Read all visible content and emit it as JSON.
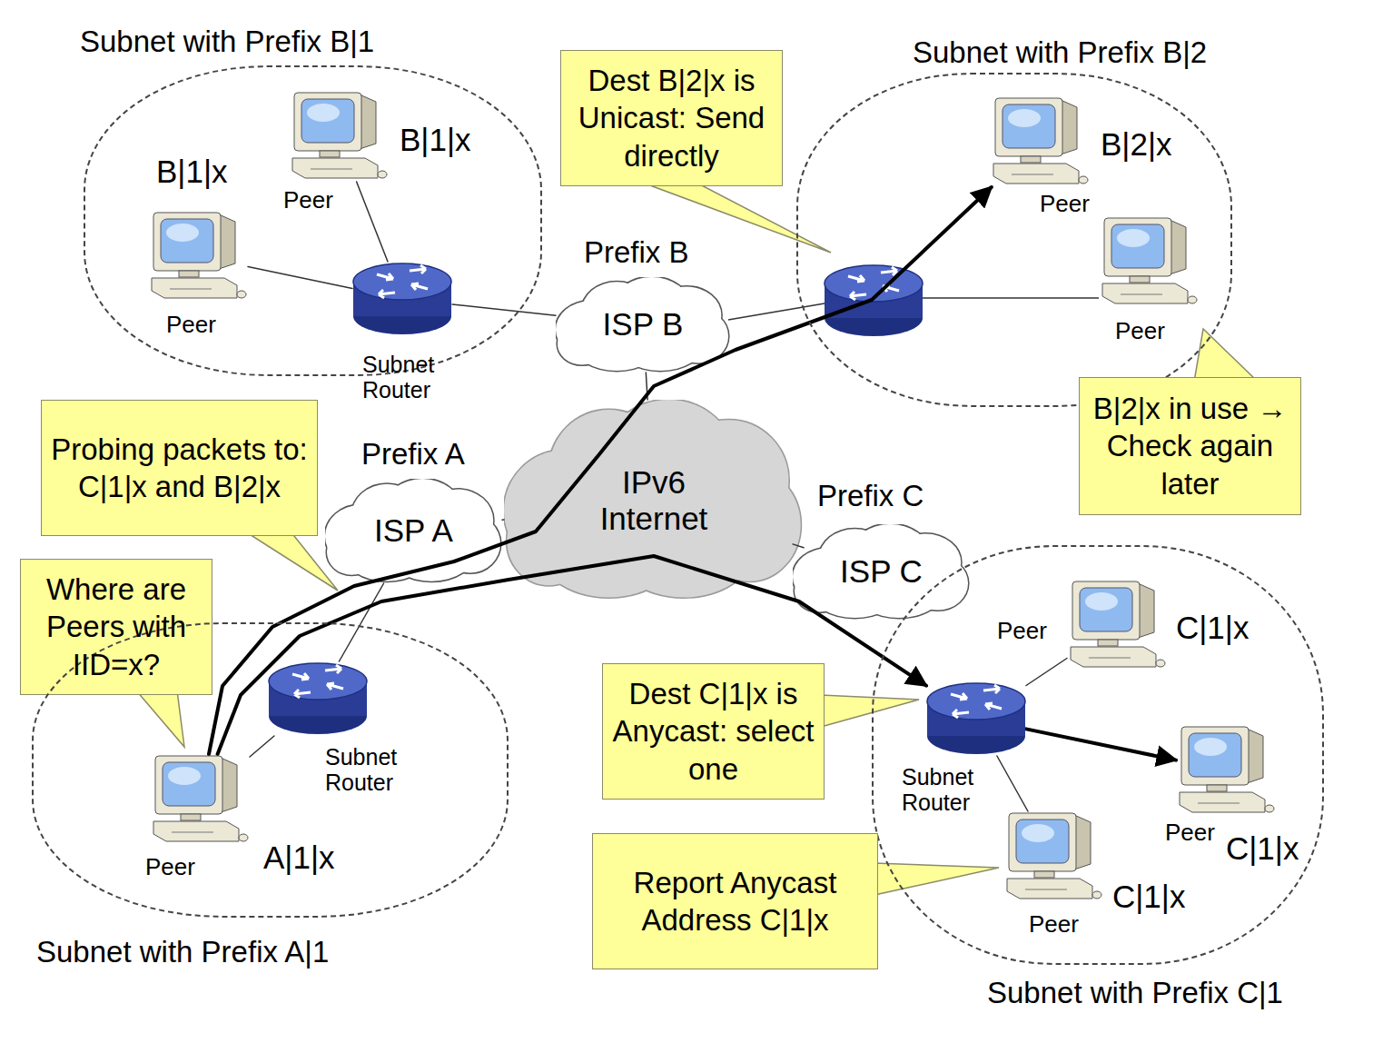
{
  "diagram": {
    "nodes": [
      {
        "text": [
          "Subnet with Prefix B|1"
        ]
      },
      {
        "text": [
          "B|1|x",
          "Peer"
        ],
        "in": 0
      },
      {
        "text": [
          "B|1|x",
          "Peer"
        ],
        "in": 0
      },
      {
        "text": [
          "Subnet Router"
        ],
        "in": 0
      },
      {
        "text": [
          "Dest B|2|x is Unicast: Send directly"
        ]
      },
      {
        "text": [
          "Subnet with Prefix B|2"
        ]
      },
      {
        "text": [
          "B|2|x",
          "Peer"
        ],
        "in": 5
      },
      {
        "text": [
          "Peer"
        ],
        "in": 5
      },
      {
        "text": [
          "Prefix B",
          "ISP B"
        ]
      },
      {
        "text": [
          "B|2|x in use → Check again later"
        ]
      },
      {
        "text": [
          "Probing packets to: C|1|x and B|2|x"
        ]
      },
      {
        "text": [
          "Prefix A",
          "ISP A"
        ]
      },
      {
        "text": [
          "IPv6 Internet"
        ]
      },
      {
        "text": [
          "Prefix C",
          "ISP C"
        ]
      },
      {
        "text": [
          "Where are Peers with IID=x?"
        ]
      },
      {
        "text": [
          "Subnet with Prefix C|1"
        ]
      },
      {
        "text": [
          "Peer",
          "C|1|x"
        ],
        "in": 15
      },
      {
        "text": [
          "Dest C|1|x is Anycast: select one"
        ]
      },
      {
        "text": [
          "Subnet Router"
        ],
        "in": 15
      },
      {
        "text": [
          "Peer",
          "C|1|x"
        ],
        "in": 15
      },
      {
        "text": [
          "Subnet with Prefix A|1"
        ]
      },
      {
        "text": [
          "Subnet Router"
        ],
        "in": 20
      },
      {
        "text": [
          "Peer",
          "A|1|x"
        ],
        "in": 20
      },
      {
        "text": [
          "C|1|x",
          "Peer"
        ],
        "in": 15
      },
      {
        "text": [
          "Report Anycast Address C|1|x"
        ]
      }
    ],
    "edges": [
      {
        "from": 3,
        "to": 1,
        "arrow": "none"
      },
      {
        "from": 3,
        "to": 2,
        "arrow": "none"
      },
      {
        "from": 3,
        "to": 8,
        "arrow": "none"
      },
      {
        "from": 8,
        "to": 12,
        "arrow": "none"
      },
      {
        "from": 11,
        "to": 12,
        "arrow": "none"
      },
      {
        "from": 13,
        "to": 12,
        "arrow": "none"
      },
      {
        "from": 21,
        "to": 22,
        "arrow": "none"
      },
      {
        "from": 21,
        "to": 11,
        "arrow": "none"
      },
      {
        "from": 18,
        "to": 16,
        "arrow": "none"
      },
      {
        "from": 18,
        "to": 23,
        "arrow": "none"
      },
      {
        "from": 22,
        "to": 6,
        "arrow": "to"
      },
      {
        "from": 22,
        "to": 18,
        "arrow": "to"
      },
      {
        "from": 18,
        "to": 19,
        "arrow": "to"
      }
    ]
  }
}
